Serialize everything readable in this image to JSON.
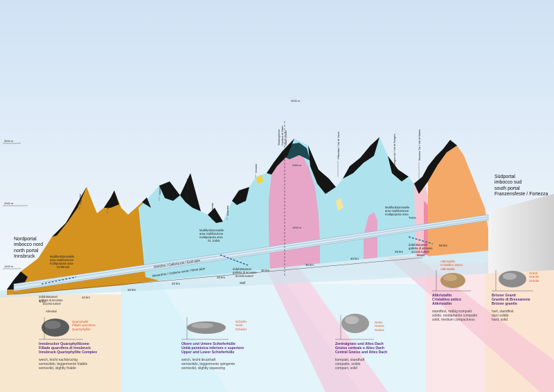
{
  "elevations": {
    "e3000_left": "3000 m",
    "e2000_left": "2000 m",
    "e1000_left": "1000 m",
    "e3000_top": "3000 m",
    "e2000_mid": "2000 m",
    "e1000_mid": "1000 m"
  },
  "portals": {
    "north": [
      "Nordportal",
      "imbocco nord",
      "north portal",
      "Innsbruck"
    ],
    "south": [
      "Südportal",
      "imbocco sud",
      "south portal",
      "Franzensfeste / Fortezza"
    ]
  },
  "peaks": [
    "Viggartal",
    "Arztal",
    "Navistal",
    "Padastertal",
    "Schmirntal",
    "Valsertal",
    "Venntal",
    "Staatsgrenze",
    "Confine di Stato",
    "State border",
    "Pfitschtal / Val di Vizze",
    "Senges tal / Val di Senges",
    "Maulser Tal / Val di Mules"
  ],
  "kilometers": [
    "5 km",
    "10 km",
    "15 km",
    "20 km",
    "25 km",
    "30 km",
    "35 km",
    "40 km",
    "45 km",
    "50 km"
  ],
  "tubes": {
    "east": "Oströhre / Galleria est / East pipe",
    "west": "Weströhre / Galleria ovest / West pipe"
  },
  "stations": {
    "innsbruck": [
      "Multifunktionsstelle",
      "area multifunzione",
      "multipurpose area",
      "Innsbruck"
    ],
    "stjodok": [
      "Multifunktionsstelle",
      "area multifunzione",
      "multipurpose area",
      "St. Jodok"
    ],
    "trens": [
      "Multifunktionsstelle",
      "area multifunzione",
      "multipurpose area",
      "Trens"
    ]
  },
  "access_tunnels": {
    "ahrental": [
      "Zufahrtstunnel",
      "galleria di accesso",
      "access tunnel",
      "Ahrental"
    ],
    "wolf": [
      "Zufahrtstunnel",
      "galleria di accesso",
      "access tunnel",
      "Wolf"
    ],
    "mauls": [
      "Zufahrtstunnel",
      "galleria di accesso",
      "access tunnel",
      "Mauls"
    ]
  },
  "rocks": [
    {
      "labels": [
        "Quarzphyllit",
        "Fillade quarzifera",
        "Quartzphyllite"
      ],
      "heading": [
        "Innsbrucker Quarzphyllitzone",
        "Fillade quarzifera di Innsbruck",
        "Innsbruck Quartzphyllite Complex"
      ],
      "desc": [
        "weich, leicht nachbrüchig",
        "semisolido, leggermente friabile",
        "semisolid, slightly friable"
      ]
    },
    {
      "labels": [
        "Schiefer",
        "Scisti",
        "Schiefer"
      ],
      "heading": [
        "Obere und Untere Schieferhülle",
        "Unità penninica inferiore e superiore",
        "Upper and Lower Schieferhülle"
      ],
      "desc": [
        "weich, leicht druckhaft",
        "semisolido, leggermente spingente",
        "semisolid, slightly squeezing"
      ]
    },
    {
      "labels": [
        "Gneis",
        "Gneiss",
        "Gneiss"
      ],
      "heading": [
        "Zentralgneis und Altes Dach",
        "Gneiss centrale e Altes Dach",
        "Central Gneiss and Altes Dach"
      ],
      "desc": [
        "kompakt, standhaft",
        "compatto, solido",
        "compact, solid"
      ]
    },
    {
      "labels": [
        "Altkristallin",
        "Cristallino antico",
        "Altkristallin"
      ],
      "heading": [
        "Altkristallin",
        "Cristallino antico",
        "Altkristallin"
      ],
      "desc": [
        "standfest, mäßig kompakt",
        "solido, mediamente compatto",
        "solid, medium compactness"
      ]
    },
    {
      "labels": [
        "Granit",
        "Granito",
        "Granite"
      ],
      "heading": [
        "Brixner Granit",
        "Granito di Bressanone",
        "Brixner granite"
      ],
      "desc": [
        "hart, standfest",
        "duro solido",
        "hard, solid"
      ]
    }
  ],
  "colors": {
    "quartzphyllite": "#d4921f",
    "schist": "#aee3ee",
    "gneiss": "#e7a6c8",
    "altkristallin": "#f6c6d3",
    "granite": "#f4a968",
    "peaks": "#151515",
    "tube": "#cfe3ef"
  }
}
